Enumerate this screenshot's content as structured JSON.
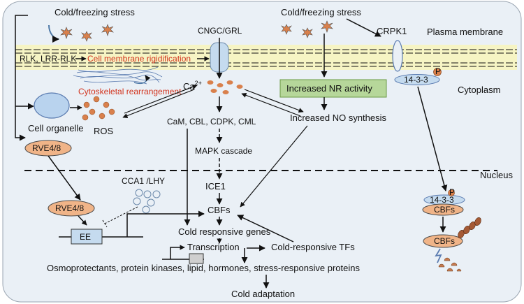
{
  "labels": {
    "cold_stress_left": "Cold/freezing stress",
    "cold_stress_right": "Cold/freezing stress",
    "cngc": "CNGC/GRL",
    "crpk1": "CRPK1",
    "plasma_membrane": "Plasma membrane",
    "rlk": "RLK, LRR-RLK",
    "membrane_rigid": "Cell membrane rigidification",
    "cytoskeletal": "Cytoskeletal rearrangement",
    "ca_base": "Ca",
    "ca_sup": "2+",
    "nr_activity": "Increased NR activity",
    "p_marker": "P",
    "protein_1433_top": "14-3-3",
    "cytoplasm": "Cytoplasm",
    "cell_organelle": "Cell organelle",
    "ros": "ROS",
    "cam_group": "CaM, CBL, CDPK, CML",
    "no_synthesis": "Increased NO synthesis",
    "rve_top": "RVE4/8",
    "mapk": "MAPK cascade",
    "nucleus": "Nucleus",
    "cca1": "CCA1 /LHY",
    "ice1": "ICE1",
    "rve_bottom": "RVE4/8",
    "cbfs_main": "CBFs",
    "protein_1433_nuc": "14-3-3",
    "cbfs_nuc_complex": "CBFs",
    "ee": "EE",
    "cold_genes": "Cold responsive genes",
    "transcription": "Transcription",
    "cold_tfs": "Cold-responsive TFs",
    "cbfs_nuc_bottom": "CBFs",
    "osmo": "Osmoprotectants, protein kinases, lipid, hormones, stress-responsive  proteins",
    "cold_adaptation": "Cold adaptation"
  },
  "colors": {
    "cell_bg": "#eaf0f6",
    "membrane_band": "#f6f4c4",
    "nr_box": "#b6d79a",
    "nr_box_border": "#6a9a44",
    "orange_ellipse": "#f0b488",
    "orange_ellipse_border": "#4a4a4a",
    "red_text": "#d2341e",
    "brown_dot": "#d9804c",
    "channel": "#c5dbef"
  }
}
